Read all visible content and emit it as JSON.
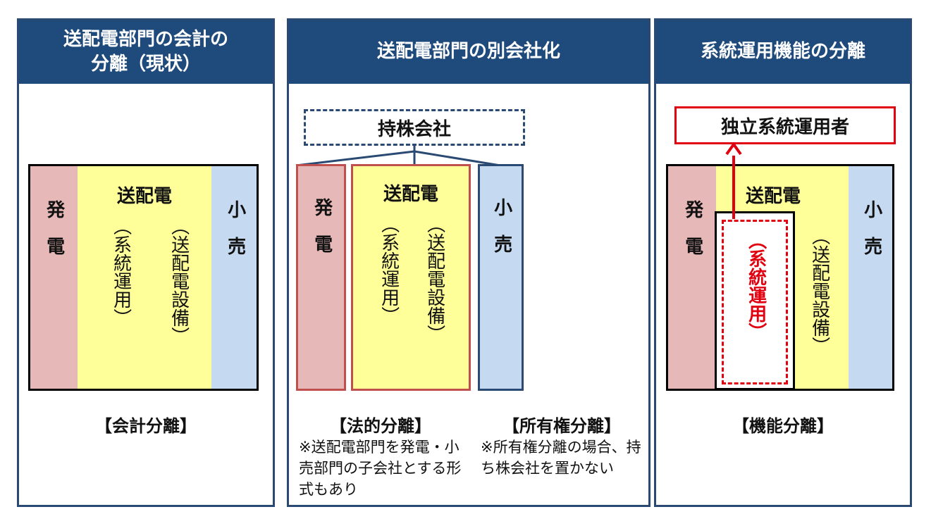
{
  "panel1": {
    "title_line1": "送配電部門の会計の",
    "title_line2": "分離（現状）",
    "gen": "発　電",
    "tx_title": "送配電",
    "tx_col_a": "（系統運用）",
    "tx_col_b": "（送配電設備）",
    "ret": "小　売",
    "caption": "【会計分離】"
  },
  "panel2": {
    "title": "送配電部門の別会社化",
    "holding": "持株会社",
    "gen": "発　電",
    "tx_title": "送配電",
    "tx_col_a": "（系統運用）",
    "tx_col_b": "（送配電設備）",
    "ret": "小　売",
    "caption_legal": "【法的分離】",
    "note_legal": "※送配電部門を発電・小売部門の子会社とする形式もあり",
    "caption_own": "【所有権分離】",
    "note_own": "※所有権分離の場合、持ち株会社を置かない"
  },
  "panel3": {
    "title": "系統運用機能の分離",
    "iso": "独立系統運用者",
    "gen": "発　電",
    "tx_title": "送配電",
    "tx_col_a": "（系統運用）",
    "tx_col_b": "（送配電設備）",
    "ret": "小　売",
    "caption": "【機能分離】"
  },
  "colors": {
    "header": "#1f4a7c",
    "generation": "#e6b9b8",
    "transmission": "#ffff99",
    "retail": "#c5d9f1",
    "dashed_blue": "#2a4a73",
    "red": "#e0000f"
  }
}
